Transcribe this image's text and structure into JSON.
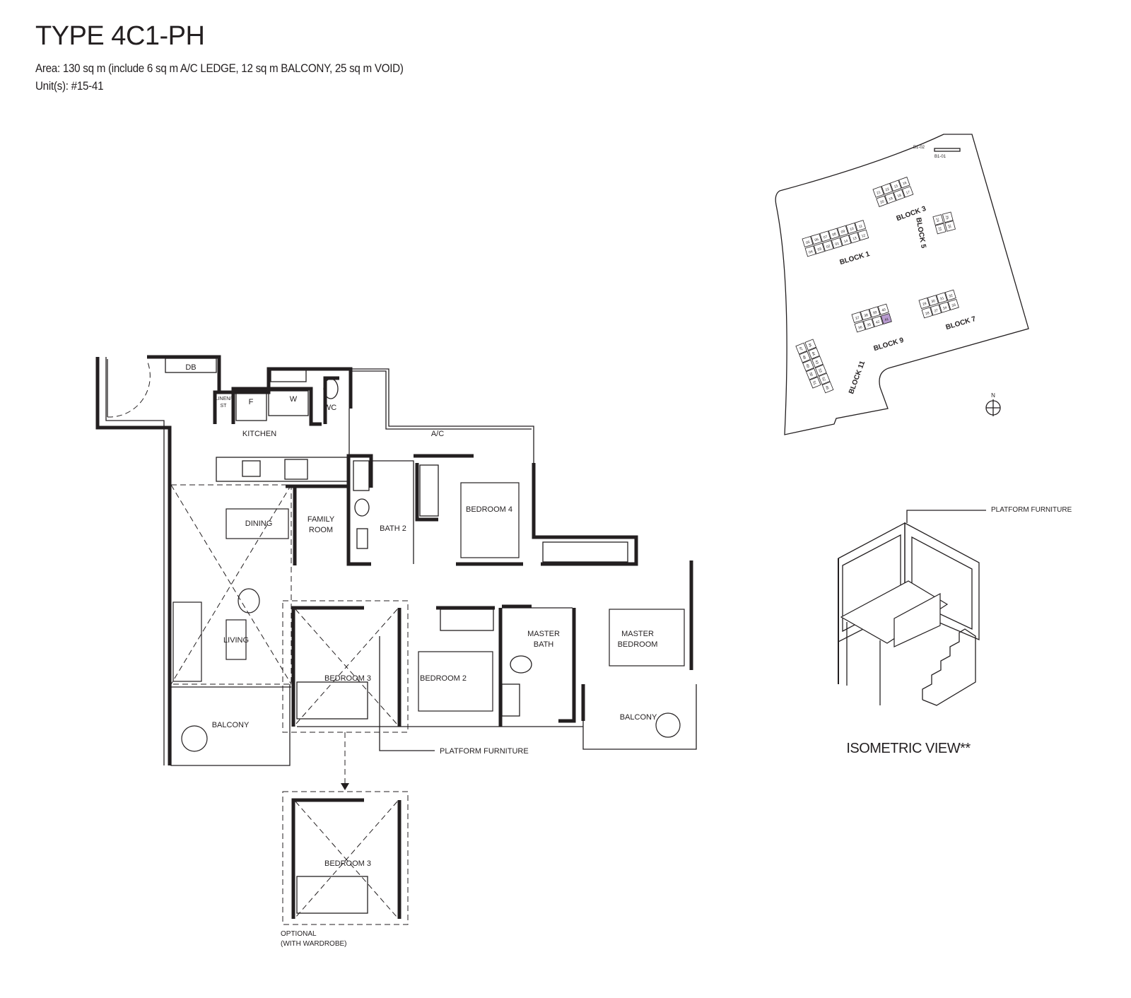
{
  "header": {
    "title": "TYPE 4C1-PH",
    "area": "Area: 130 sq m (include 6 sq m A/C LEDGE, 12 sq m BALCONY, 25 sq m VOID)",
    "units": "Unit(s): #15-41"
  },
  "floor_plan": {
    "rooms": {
      "db": "DB",
      "linen": "LINEN/",
      "linen2": "ST",
      "fridge": "F",
      "washer": "W",
      "wc": "WC",
      "kitchen": "KITCHEN",
      "ac": "A/C",
      "dining": "DINING",
      "family1": "FAMILY",
      "family2": "ROOM",
      "bath2": "BATH 2",
      "bedroom4": "BEDROOM 4",
      "living": "LIVING",
      "bedroom3": "BEDROOM 3",
      "bedroom2": "BEDROOM 2",
      "master_bath1": "MASTER",
      "master_bath2": "BATH",
      "master_bed1": "MASTER",
      "master_bed2": "BEDROOM",
      "balcony_left": "BALCONY",
      "balcony_right": "BALCONY"
    },
    "platform_label": "PLATFORM FURNITURE",
    "optional": {
      "room": "BEDROOM 3",
      "label1": "OPTIONAL",
      "label2": "(WITH WARDROBE)"
    }
  },
  "site_plan": {
    "north": "N",
    "highlight_color": "#b89bd0",
    "highlighted_unit": "41",
    "road_labels": [
      "B1-02",
      "B1-01"
    ],
    "blocks": [
      {
        "label": "BLOCK 1",
        "units": [
          "05",
          "06",
          "07",
          "08",
          "09",
          "10",
          "11",
          "04",
          "03",
          "02",
          "01",
          "14",
          "13",
          "12"
        ]
      },
      {
        "label": "BLOCK 3",
        "units": [
          "21",
          "22",
          "15",
          "16",
          "20",
          "19",
          "18",
          "17"
        ]
      },
      {
        "label": "BLOCK 5",
        "units": [
          "25",
          "26",
          "24",
          "23"
        ]
      },
      {
        "label": "BLOCK 7",
        "units": [
          "29",
          "30",
          "31",
          "32",
          "28",
          "27",
          "34",
          "33"
        ]
      },
      {
        "label": "BLOCK 9",
        "units": [
          "37",
          "38",
          "39",
          "40",
          "36",
          "35",
          "42",
          "41"
        ]
      },
      {
        "label": "BLOCK 11",
        "units": [
          "45",
          "44",
          "43",
          "53",
          "52",
          "46",
          "47",
          "48",
          "49",
          "50",
          "51"
        ]
      }
    ]
  },
  "isometric": {
    "title": "ISOMETRIC VIEW**",
    "platform_label": "PLATFORM FURNITURE"
  }
}
